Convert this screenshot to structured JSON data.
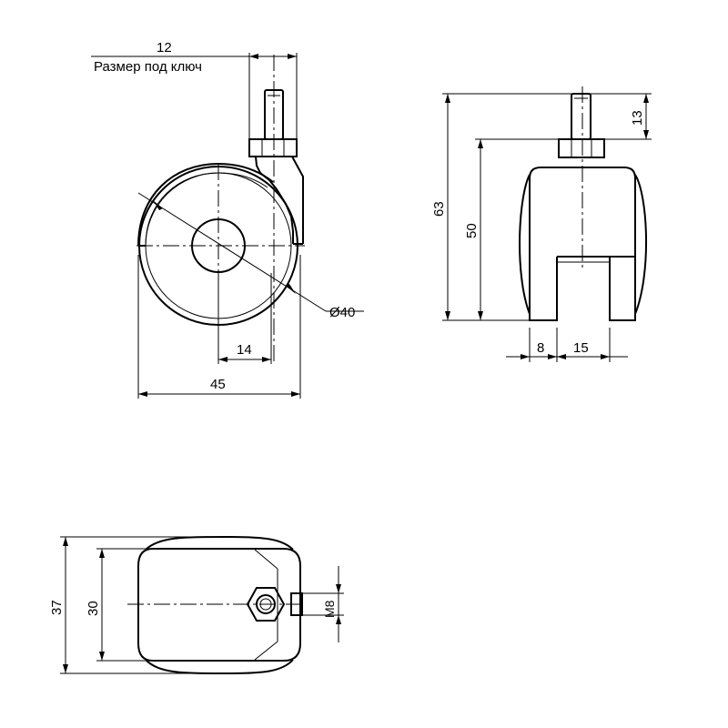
{
  "drawing": {
    "note": "Размер под ключ",
    "front_view": {
      "wrench_size": "12",
      "wheel_diameter": "Ø40",
      "hub_offset": "14",
      "overall_width": "45"
    },
    "side_view": {
      "overall_height": "63",
      "body_height": "50",
      "stem_length": "13",
      "leg_width": "8",
      "leg_gap": "15"
    },
    "top_view": {
      "overall_depth": "37",
      "body_depth": "30",
      "thread": "M8"
    }
  }
}
